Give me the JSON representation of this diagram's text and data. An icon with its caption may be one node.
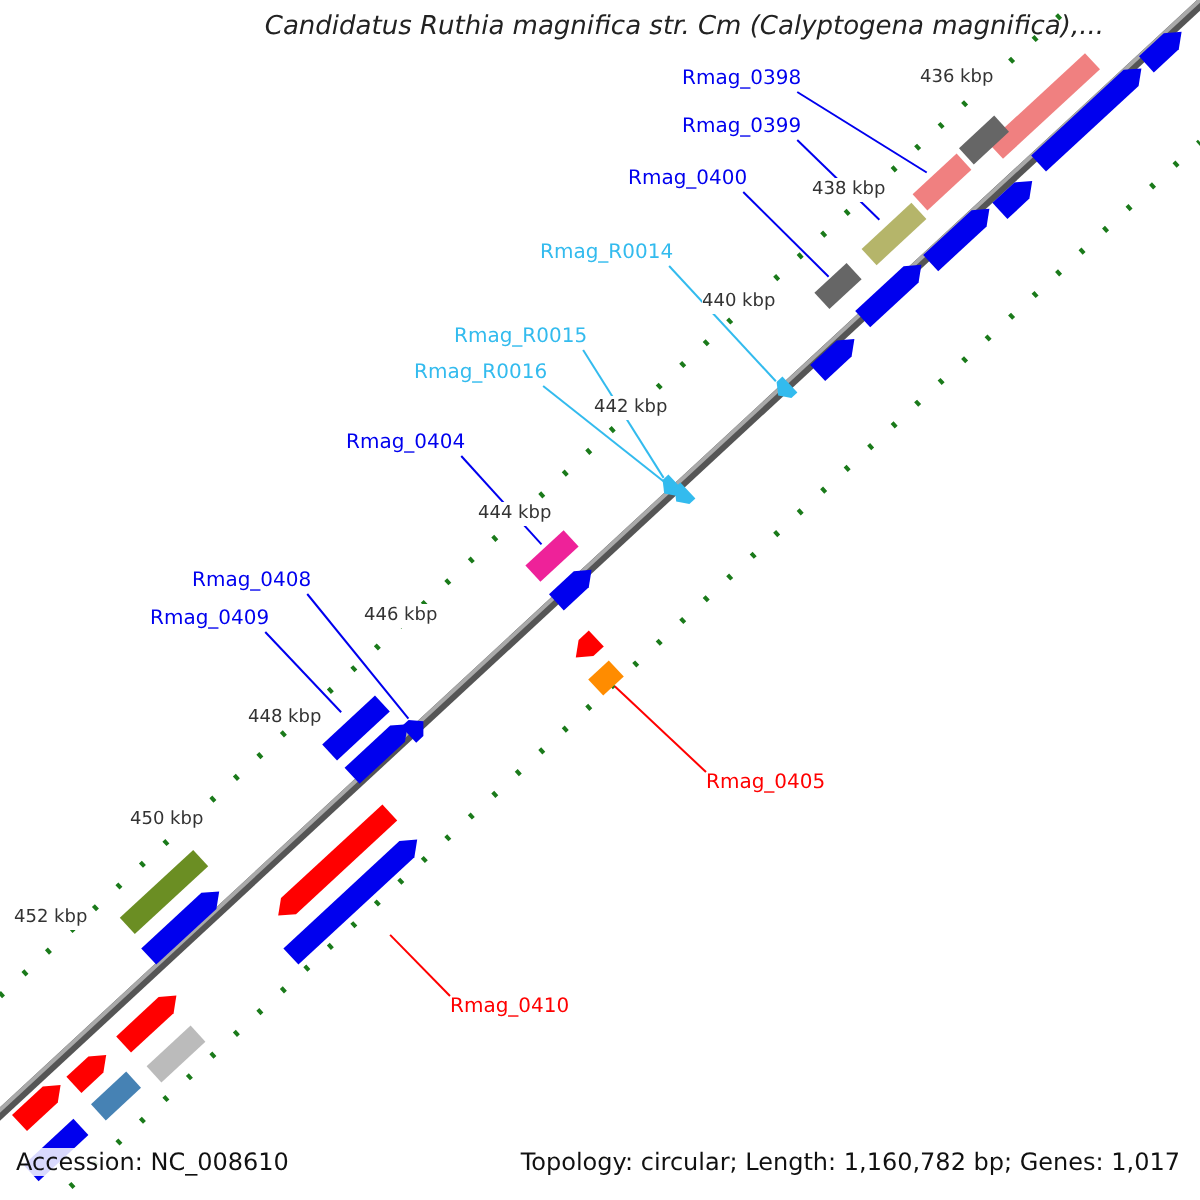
{
  "diagram": {
    "title": "Candidatus Ruthia magnifica str. Cm (Calyptogena magnifica),...",
    "nodes": [
      {
        "text": [
          "Rmag_0398"
        ]
      },
      {
        "text": [],
        "shape": "box"
      },
      {
        "text": [
          "Rmag_0399"
        ]
      },
      {
        "text": [],
        "shape": "box"
      },
      {
        "text": [
          "Rmag_0400"
        ]
      },
      {
        "text": [],
        "shape": "box"
      },
      {
        "text": [
          "Rmag_R0014"
        ]
      },
      {
        "text": [],
        "shape": "arrow"
      },
      {
        "text": [
          "Rmag_R0015"
        ]
      },
      {
        "text": [],
        "shape": "arrow"
      },
      {
        "text": [
          "Rmag_R0016"
        ]
      },
      {
        "text": [],
        "shape": "arrow"
      },
      {
        "text": [
          "Rmag_0404"
        ]
      },
      {
        "text": [],
        "shape": "box"
      },
      {
        "text": [
          "Rmag_0408"
        ]
      },
      {
        "text": [],
        "shape": "arrow"
      },
      {
        "text": [
          "Rmag_0409"
        ]
      },
      {
        "text": [],
        "shape": "box"
      },
      {
        "text": [
          "Rmag_0405"
        ]
      },
      {
        "text": [],
        "shape": "box"
      },
      {
        "text": [
          "Rmag_0410"
        ]
      },
      {
        "text": [],
        "shape": "arrow"
      },
      {
        "text": [],
        "shape": "arrow"
      },
      {
        "text": [],
        "shape": "box"
      },
      {
        "text": [],
        "shape": "arrow"
      },
      {
        "text": [],
        "shape": "box"
      },
      {
        "text": [],
        "shape": "arrow"
      },
      {
        "text": [],
        "shape": "arrow"
      },
      {
        "text": [],
        "shape": "arrow"
      },
      {
        "text": [],
        "shape": "arrow"
      },
      {
        "text": [],
        "shape": "arrow"
      },
      {
        "text": [],
        "shape": "arrow"
      },
      {
        "text": [],
        "shape": "arrow"
      },
      {
        "text": [],
        "shape": "arrow"
      },
      {
        "text": [],
        "shape": "box"
      },
      {
        "text": [],
        "shape": "arrow"
      },
      {
        "text": [],
        "shape": "arrow"
      },
      {
        "text": [],
        "shape": "box"
      },
      {
        "text": [],
        "shape": "arrow"
      },
      {
        "text": [],
        "shape": "box"
      },
      {
        "text": [],
        "shape": "arrow"
      },
      {
        "text": [],
        "shape": "box"
      }
    ],
    "edges": [
      {
        "from": 0,
        "to": 1,
        "arrow": "none"
      },
      {
        "from": 2,
        "to": 3,
        "arrow": "none"
      },
      {
        "from": 4,
        "to": 5,
        "arrow": "none"
      },
      {
        "from": 6,
        "to": 7,
        "arrow": "none",
        "color": "#33bbee"
      },
      {
        "from": 8,
        "to": 9,
        "arrow": "none",
        "color": "#33bbee"
      },
      {
        "from": 10,
        "to": 11,
        "arrow": "none",
        "color": "#33bbee"
      },
      {
        "from": 12,
        "to": 13,
        "arrow": "none"
      },
      {
        "from": 14,
        "to": 15,
        "arrow": "none"
      },
      {
        "from": 16,
        "to": 17,
        "arrow": "none"
      },
      {
        "from": 18,
        "to": 19,
        "arrow": "none",
        "color": "#ff0000"
      },
      {
        "from": 20,
        "to": 21,
        "arrow": "none",
        "color": "#ff0000"
      }
    ],
    "labels": [
      "436 kbp",
      "438 kbp",
      "440 kbp",
      "442 kbp",
      "444 kbp",
      "446 kbp",
      "448 kbp",
      "450 kbp",
      "452 kbp",
      "Accession: NC_008610",
      "Topology: circular; Length: 1,160,782 bp; Genes: 1,017"
    ]
  }
}
